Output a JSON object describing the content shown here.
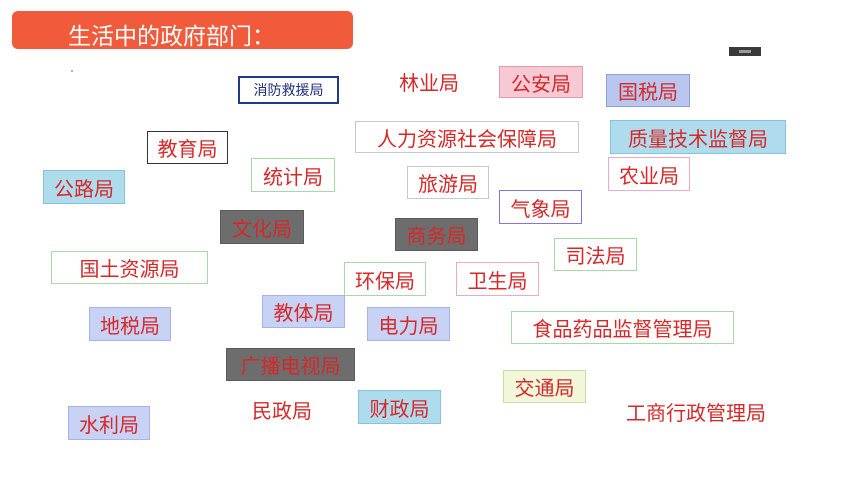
{
  "title": "生活中的政府部门：",
  "labels": {
    "xiaofang": "消防救援局",
    "linye": "林业局",
    "gongan": "公安局",
    "guoshui": "国税局",
    "renli": "人力资源社会保障局",
    "zhiliang": "质量技术监督局",
    "jiaoyu": "教育局",
    "tongji": "统计局",
    "nongye": "农业局",
    "gonglu": "公路局",
    "lvyou": "旅游局",
    "qixiang": "气象局",
    "wenhua": "文化局",
    "shangwu": "商务局",
    "sifa": "司法局",
    "guotu": "国土资源局",
    "huanbao": "环保局",
    "weisheng": "卫生局",
    "jiaoti": "教体局",
    "dishui": "地税局",
    "dianli": "电力局",
    "shipin": "食品药品监督管理局",
    "guangbo": "广播电视局",
    "jiaotong": "交通局",
    "minzheng": "民政局",
    "caizheng": "财政局",
    "gongshang": "工商行政管理局",
    "shuili": "水利局"
  }
}
